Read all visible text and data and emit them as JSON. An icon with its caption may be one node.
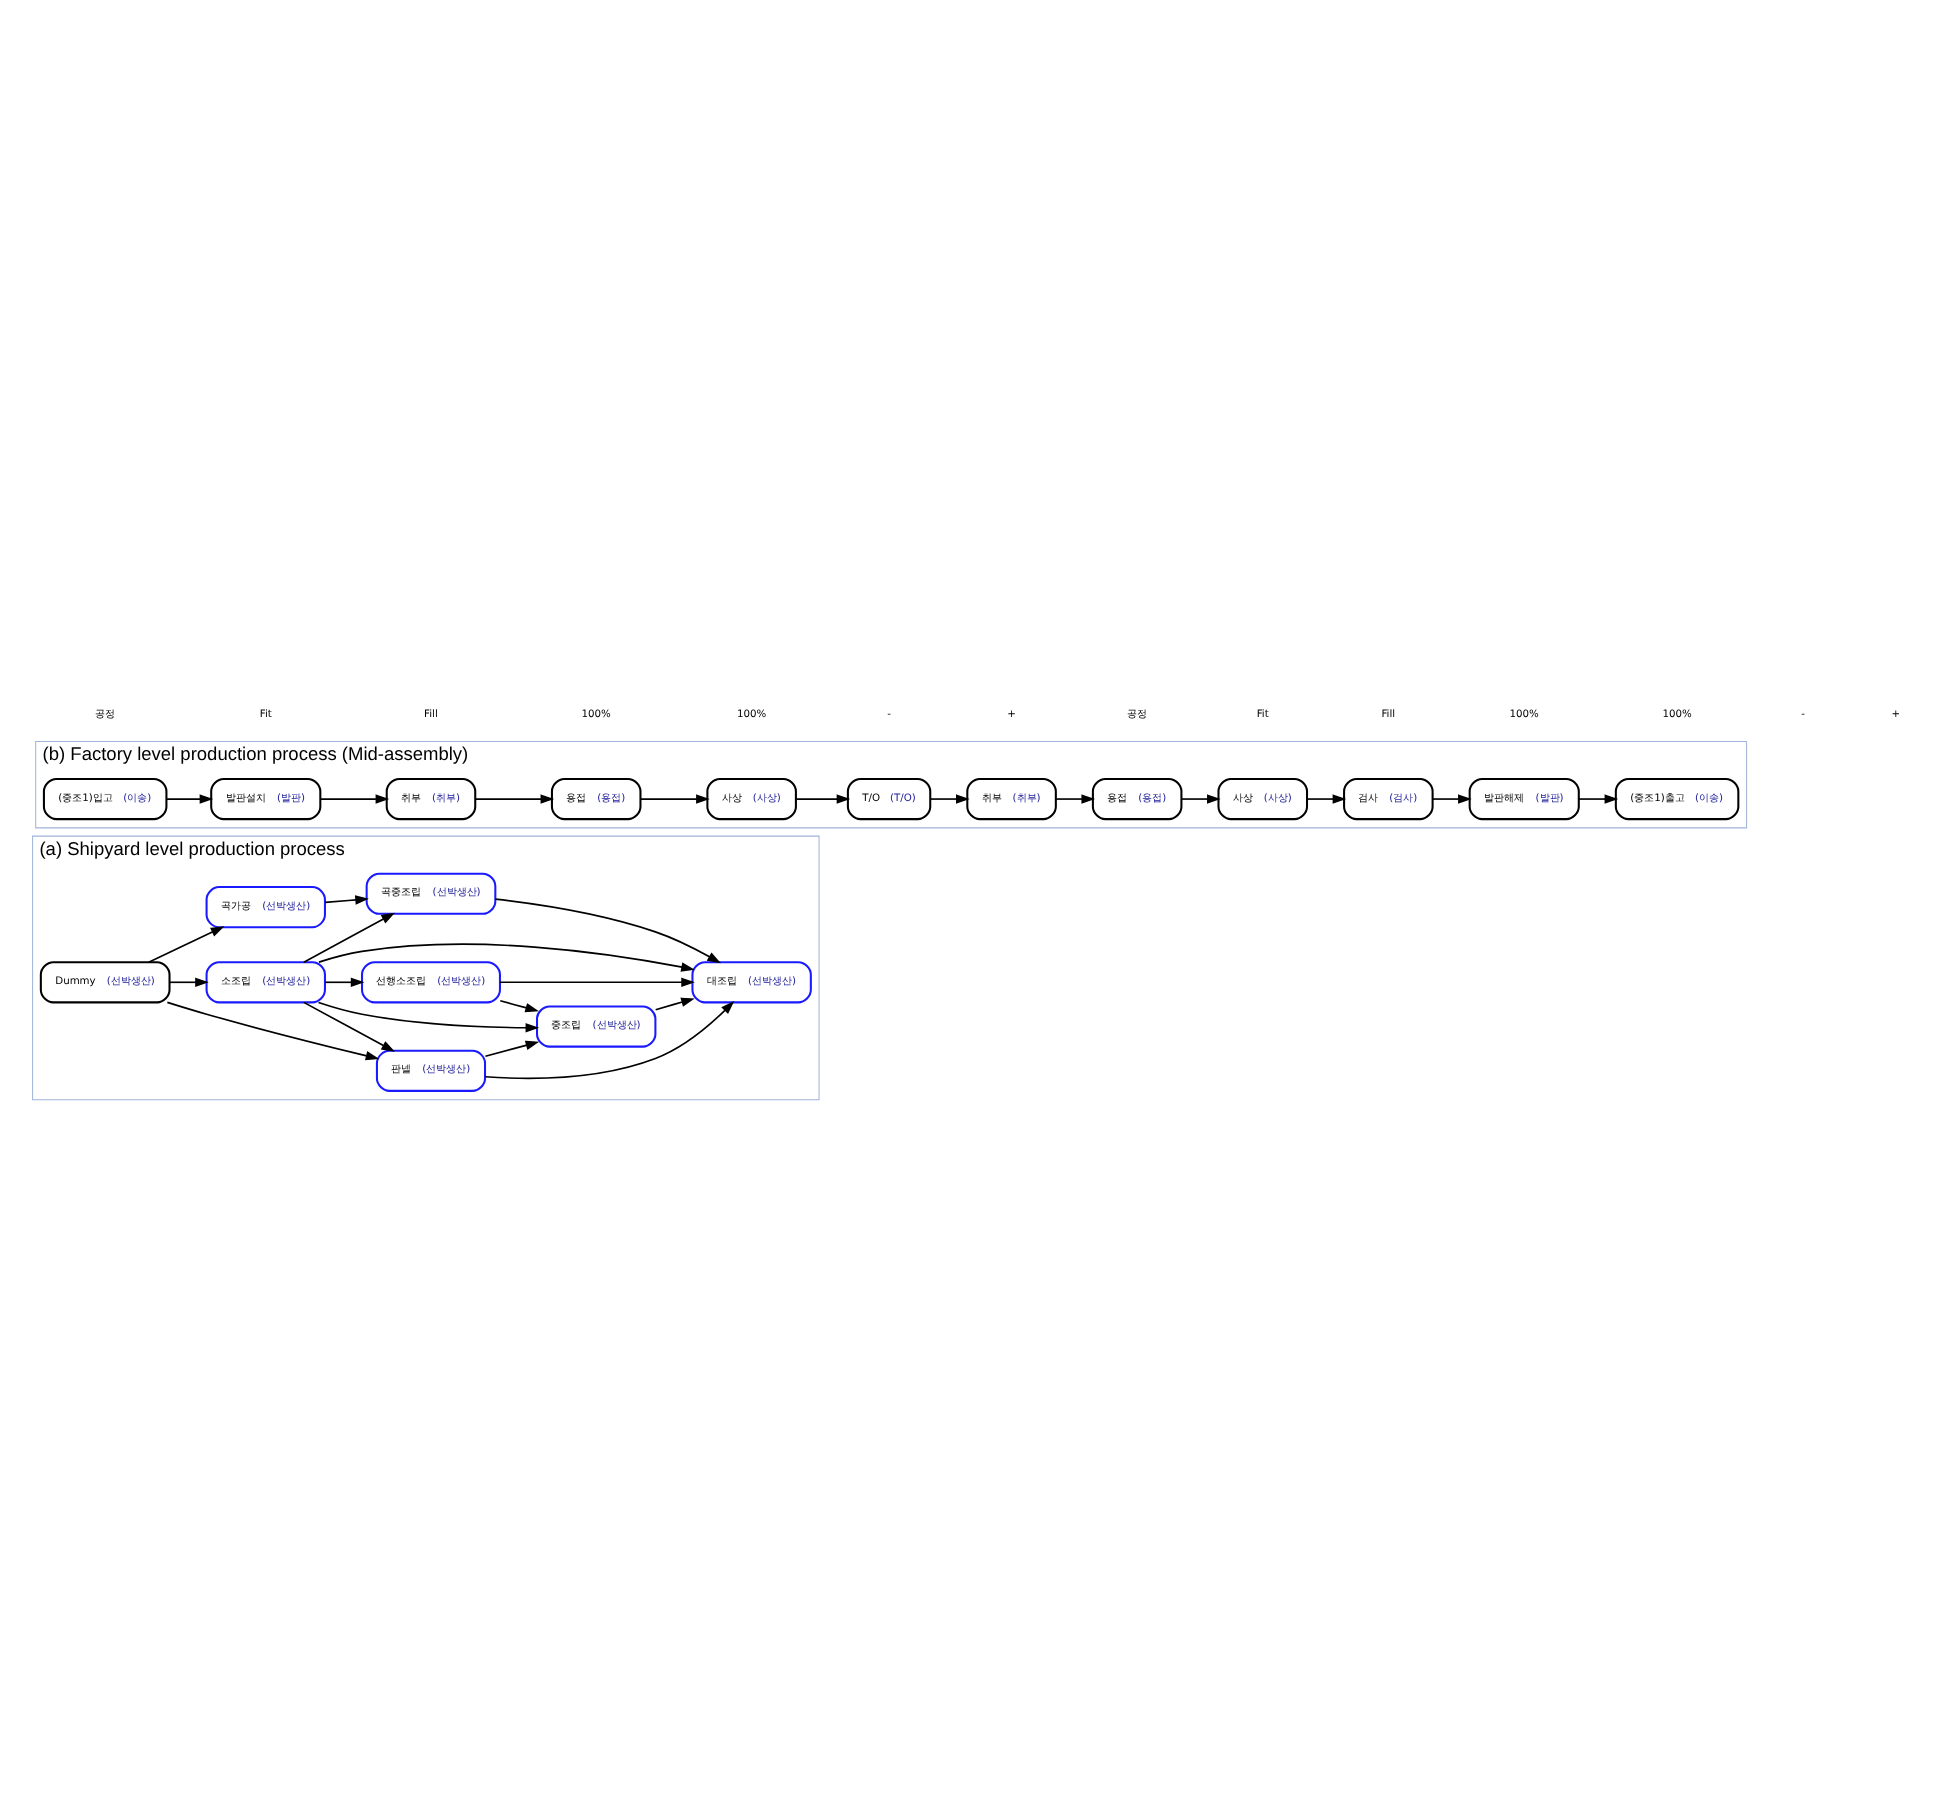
{
  "diagram": {
    "nodes": [
      {
        "text": [
          "(a) Shipyard level production process"
        ]
      },
      {
        "text": [
          "Dummy",
          "(선박생산)"
        ],
        "in": 0
      },
      {
        "text": [
          "판넬",
          "(선박생산)"
        ],
        "in": 0
      },
      {
        "text": [
          "선행소조립",
          "(선박생산)"
        ],
        "in": 0
      },
      {
        "text": [
          "소조립",
          "(선박생산)"
        ],
        "in": 0
      },
      {
        "text": [
          "대조립",
          "(선박생산)"
        ],
        "in": 0
      },
      {
        "text": [
          "중조립",
          "(선박생산)"
        ],
        "in": 0
      },
      {
        "text": [
          "곡가공",
          "(선박생산)"
        ],
        "in": 0
      },
      {
        "text": [
          "곡중조립",
          "(선박생산)"
        ],
        "in": 0
      },
      {
        "text": [
          "(b) Factory level production process (Mid-assembly)"
        ]
      },
      {
        "text": [
          "(중조1)입고",
          "(이송)"
        ],
        "in": 9
      },
      {
        "text": [
          "발판설치",
          "(발판)"
        ],
        "in": 9
      },
      {
        "text": [
          "취부",
          "(취부)"
        ],
        "in": 9
      },
      {
        "text": [
          "용접",
          "(용접)"
        ],
        "in": 9
      },
      {
        "text": [
          "사상",
          "(사상)"
        ],
        "in": 9
      },
      {
        "text": [
          "T/O",
          "(T/O)"
        ],
        "in": 9
      },
      {
        "text": [
          "취부",
          "(취부)"
        ],
        "in": 9
      },
      {
        "text": [
          "용접",
          "(용접)"
        ],
        "in": 9
      },
      {
        "text": [
          "사상",
          "(사상)"
        ],
        "in": 9
      },
      {
        "text": [
          "검사",
          "(검사)"
        ],
        "in": 9
      },
      {
        "text": [
          "발판해제",
          "(발판)"
        ],
        "in": 9
      },
      {
        "text": [
          "(중조1)출고",
          "(이송)"
        ],
        "in": 9
      }
    ],
    "edges": [
      {
        "from": 1,
        "to": 2,
        "arrow": "to"
      },
      {
        "from": 1,
        "to": 4,
        "arrow": "to"
      },
      {
        "from": 1,
        "to": 7,
        "arrow": "to"
      },
      {
        "from": 4,
        "to": 2,
        "arrow": "to"
      },
      {
        "from": 4,
        "to": 3,
        "arrow": "to"
      },
      {
        "from": 4,
        "to": 5,
        "arrow": "to"
      },
      {
        "from": 4,
        "to": 6,
        "arrow": "to"
      },
      {
        "from": 4,
        "to": 8,
        "arrow": "to"
      },
      {
        "from": 2,
        "to": 5,
        "arrow": "to"
      },
      {
        "from": 2,
        "to": 6,
        "arrow": "to"
      },
      {
        "from": 3,
        "to": 5,
        "arrow": "to"
      },
      {
        "from": 3,
        "to": 6,
        "arrow": "to"
      },
      {
        "from": 6,
        "to": 5,
        "arrow": "to"
      },
      {
        "from": 7,
        "to": 8,
        "arrow": "to"
      },
      {
        "from": 8,
        "to": 5,
        "arrow": "to"
      },
      {
        "from": 10,
        "to": 11,
        "arrow": "to"
      },
      {
        "from": 11,
        "to": 12,
        "arrow": "to"
      },
      {
        "from": 12,
        "to": 13,
        "arrow": "to"
      },
      {
        "from": 13,
        "to": 14,
        "arrow": "to"
      },
      {
        "from": 14,
        "to": 15,
        "arrow": "to"
      },
      {
        "from": 15,
        "to": 16,
        "arrow": "to"
      },
      {
        "from": 16,
        "to": 17,
        "arrow": "to"
      },
      {
        "from": 17,
        "to": 18,
        "arrow": "to"
      },
      {
        "from": 18,
        "to": 19,
        "arrow": "to"
      },
      {
        "from": 19,
        "to": 20,
        "arrow": "to"
      },
      {
        "from": 20,
        "to": 21,
        "arrow": "to"
      }
    ],
    "labels": [
      "공정",
      "Fit",
      "Fill",
      "100%",
      "100%",
      "-",
      "+",
      "공정",
      "Fit",
      "Fill",
      "100%",
      "100%",
      "-",
      "+"
    ]
  }
}
